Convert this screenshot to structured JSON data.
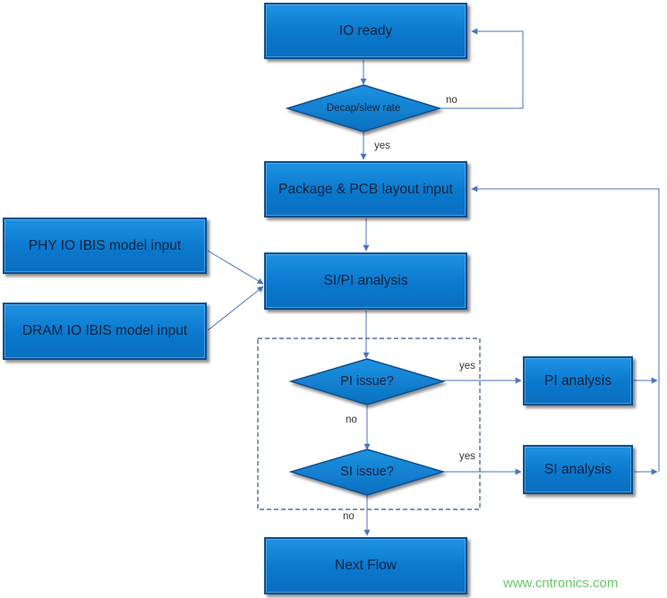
{
  "boxes": {
    "io_ready": "IO ready",
    "package_pcb": "Package & PCB layout input",
    "phy_ibis": "PHY IO IBIS model input",
    "dram_ibis": "DRAM IO IBIS model input",
    "si_pi_analysis": "SI/PI analysis",
    "pi_analysis": "PI analysis",
    "si_analysis": "SI analysis",
    "next_flow": "Next Flow"
  },
  "decisions": {
    "decap": "Decap/slew rate",
    "pi_issue": "PI issue?",
    "si_issue": "SI issue?"
  },
  "labels": {
    "decap_no": "no",
    "decap_yes": "yes",
    "pi_yes": "yes",
    "pi_no": "no",
    "si_yes": "yes",
    "si_no": "no"
  },
  "watermark": "www.cntronics.com",
  "colors": {
    "box_fill": "#0a78cd",
    "box_border": "#0a4f8f",
    "connector": "#4a74c0",
    "text": "#10233a",
    "watermark": "#6cc46a"
  }
}
